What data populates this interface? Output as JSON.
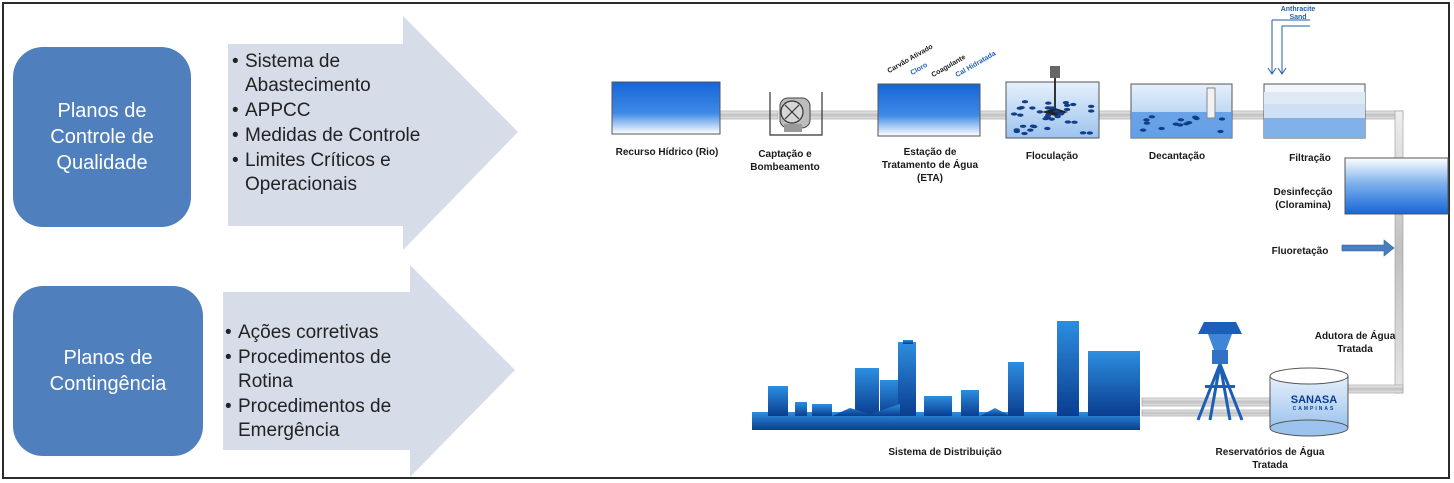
{
  "colors": {
    "box_blue": "#4f80bd",
    "arrow_gray": "#d6dce8",
    "water_blue": "#1f6fd6",
    "dark_blue": "#0a3d8f",
    "pipe_gray": "#c8c8c8"
  },
  "plans": [
    {
      "title": "Planos de\nControle de\nQualidade",
      "items": [
        "Sistema de\nAbastecimento",
        "APPCC",
        "Medidas de Controle",
        "Limites Críticos e\nOperacionais"
      ]
    },
    {
      "title": "Planos de\nContingência",
      "items": [
        "Ações corretivas",
        "Procedimentos de\nRotina",
        "Procedimentos de\nEmergência"
      ]
    }
  ],
  "process": {
    "recurso": "Recurso Hídrico (Rio)",
    "captacao": "Captação e\nBombeamento",
    "eta": "Estação de\nTratamento de Água\n(ETA)",
    "floculacao": "Floculação",
    "decantacao": "Decantação",
    "filtracao": "Filtração",
    "desinfeccao": "Desinfecção\n(Cloramina)",
    "fluoretacao": "Fluoretação",
    "adutora": "Adutora de Água\nTratada",
    "reservatorios": "Reservatórios de Água\nTratada",
    "distribuicao": "Sistema de Distribuição"
  },
  "chemicals": {
    "carvao": "Carvão Ativado",
    "cloro": "Cloro",
    "coagulante": "Coagulante",
    "cal": "Cal Hidratada"
  },
  "filter_media": {
    "anthracite": "Anthracite",
    "sand": "Sand"
  },
  "logo": {
    "name": "SANASA",
    "sub": "CAMPINAS"
  }
}
